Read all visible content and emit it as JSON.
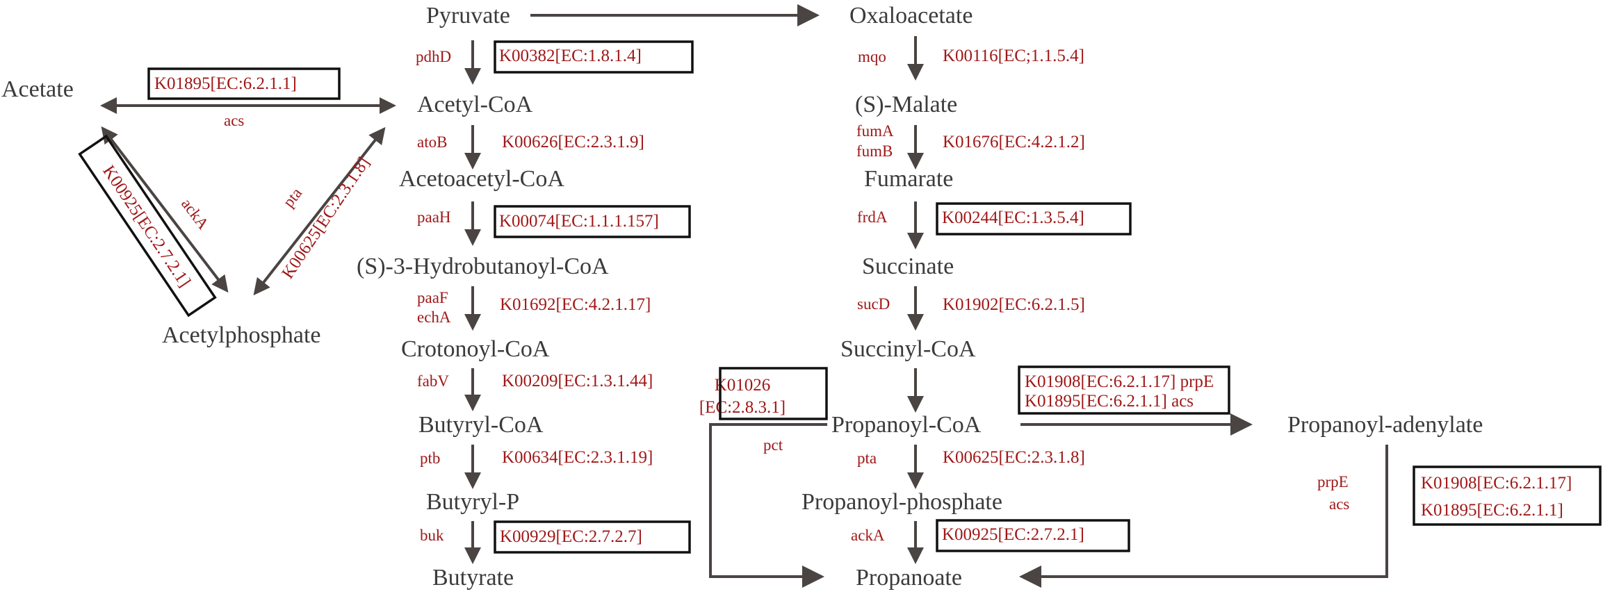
{
  "metabolites": {
    "pyruvate": "Pyruvate",
    "oxaloacetate": "Oxaloacetate",
    "acetate": "Acetate",
    "acetyl_coa": "Acetyl-CoA",
    "malate": "(S)-Malate",
    "acetoacetyl_coa": "Acetoacetyl-CoA",
    "fumarate": "Fumarate",
    "hydrobutanoyl_coa": "(S)-3-Hydrobutanoyl-CoA",
    "succinate": "Succinate",
    "acetylphosphate": "Acetylphosphate",
    "crotonoyl_coa": "Crotonoyl-CoA",
    "succinyl_coa": "Succinyl-CoA",
    "butyryl_coa": "Butyryl-CoA",
    "propanoyl_coa": "Propanoyl-CoA",
    "propanoyl_adenylate": "Propanoyl-adenylate",
    "butyryl_p": "Butyryl-P",
    "propanoyl_phosphate": "Propanoyl-phosphate",
    "butyrate": "Butyrate",
    "propanoate": "Propanoate"
  },
  "genes": {
    "pdhD": "pdhD",
    "atoB": "atoB",
    "paaH": "paaH",
    "paaF": "paaF",
    "echA": "echA",
    "fabV": "fabV",
    "ptb": "ptb",
    "buk": "buk",
    "mqo": "mqo",
    "fumA": "fumA",
    "fumB": "fumB",
    "frdA": "frdA",
    "sucD": "sucD",
    "pta_prop": "pta",
    "ackA_prop": "ackA",
    "pct": "pct",
    "prpE": "prpE",
    "acs_prop": "acs",
    "acs_acetate": "acs",
    "ackA_acetate": "ackA",
    "pta_acetate": "pta"
  },
  "enzymes": {
    "pdhD": "K00382[EC:1.8.1.4]",
    "atoB": "K00626[EC:2.3.1.9]",
    "paaH": "K00074[EC:1.1.1.157]",
    "paaF": "K01692[EC:4.2.1.17]",
    "fabV": "K00209[EC:1.3.1.44]",
    "ptb": "K00634[EC:2.3.1.19]",
    "buk": "K00929[EC:2.7.2.7]",
    "mqo": "K00116[EC;1.1.5.4]",
    "fum": "K01676[EC:4.2.1.2]",
    "frdA": "K00244[EC:1.3.5.4]",
    "sucD": "K01902[EC:6.2.1.5]",
    "pta_prop": "K00625[EC:2.3.1.8]",
    "ackA_prop": "K00925[EC:2.7.2.1]",
    "pct_line1": "K01026",
    "pct_line2": "[EC:2.8.3.1]",
    "prp_line1": "K01908[EC:6.2.1.17] prpE",
    "prp_line2": "K01895[EC:6.2.1.1] acs",
    "prpE_right_1": "K01908[EC:6.2.1.17]",
    "prpE_right_2": "K01895[EC:6.2.1.1]",
    "acs_acetate": "K01895[EC:6.2.1.1]",
    "ackA_acetate": "K00925[EC:2.7.2.1]",
    "pta_acetate": "K00625[EC:2.3.1.8]"
  }
}
